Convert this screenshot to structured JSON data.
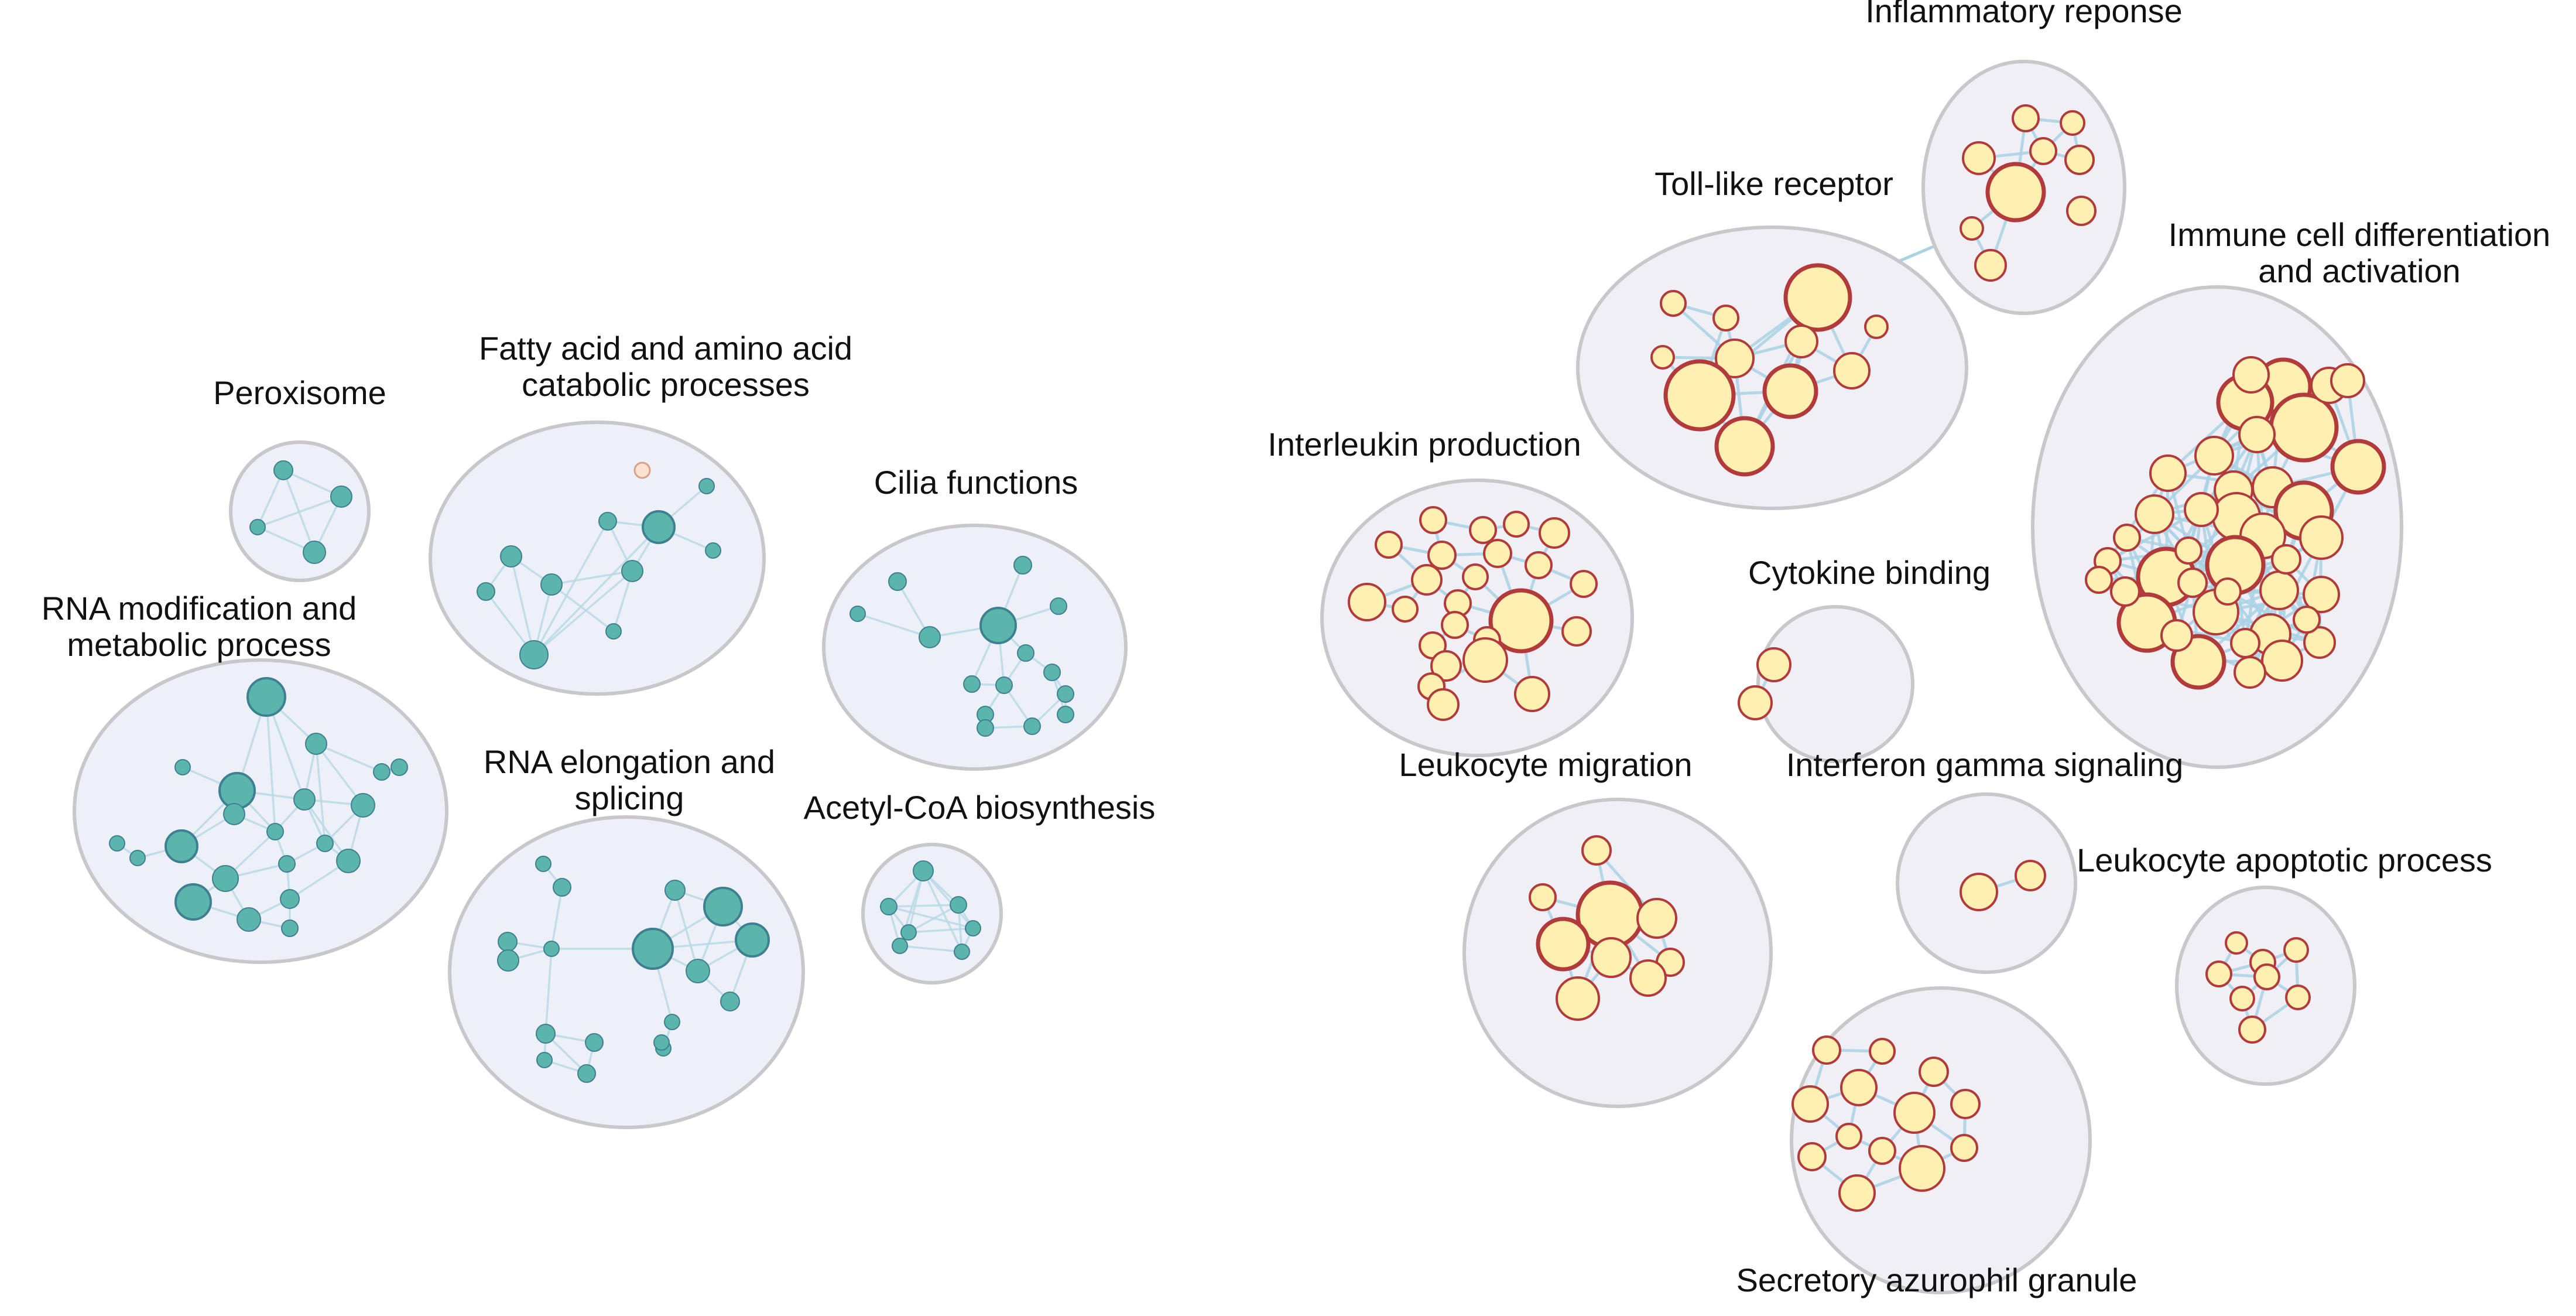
{
  "colors": {
    "background": "#ffffff",
    "cluster_fill": "#eef0f8",
    "cluster_stroke": "#c8c8cc",
    "cluster_fill_up": "#f1eff6",
    "edge_down": "#b8d9e6",
    "edge_up": "#a9d2e4",
    "node_down_fill": "#5bb5ad",
    "node_down_stroke": "#3f7f92",
    "node_up_fill": "#fff0b2",
    "node_up_stroke": "#b23a3a",
    "node_other_fill": "#fde2cf",
    "node_other_stroke": "#d9a08a"
  },
  "clusters": [
    {
      "id": "peroxisome",
      "group": "down",
      "label_lines": [
        "Peroxisome"
      ]
    },
    {
      "id": "fatty-acid",
      "group": "down",
      "label_lines": [
        "Fatty acid and amino acid",
        "catabolic processes"
      ]
    },
    {
      "id": "cilia",
      "group": "down",
      "label_lines": [
        "Cilia functions"
      ]
    },
    {
      "id": "rna-modification",
      "group": "down",
      "label_lines": [
        "RNA modification and",
        "metabolic process"
      ]
    },
    {
      "id": "rna-elongation",
      "group": "down",
      "label_lines": [
        "RNA elongation and",
        "splicing"
      ]
    },
    {
      "id": "acetyl-coa",
      "group": "down",
      "label_lines": [
        "Acetyl-CoA biosynthesis"
      ]
    },
    {
      "id": "inflammatory",
      "group": "up",
      "label_lines": [
        "Inflammatory reponse"
      ]
    },
    {
      "id": "toll-like",
      "group": "up",
      "label_lines": [
        "Toll-like receptor"
      ]
    },
    {
      "id": "immune-cell",
      "group": "up",
      "label_lines": [
        "Immune cell differentiation",
        "and activation"
      ]
    },
    {
      "id": "interleukin",
      "group": "up",
      "label_lines": [
        "Interleukin production"
      ]
    },
    {
      "id": "cytokine",
      "group": "up",
      "label_lines": [
        "Cytokine binding"
      ]
    },
    {
      "id": "leukocyte-migration",
      "group": "up",
      "label_lines": [
        "Leukocyte migration"
      ]
    },
    {
      "id": "interferon",
      "group": "up",
      "label_lines": [
        "Interferon gamma signaling"
      ]
    },
    {
      "id": "leukocyte-apoptotic",
      "group": "up",
      "label_lines": [
        "Leukocyte apoptotic process"
      ]
    },
    {
      "id": "secretory",
      "group": "up",
      "label_lines": [
        "Secretory azurophil granule"
      ]
    }
  ]
}
